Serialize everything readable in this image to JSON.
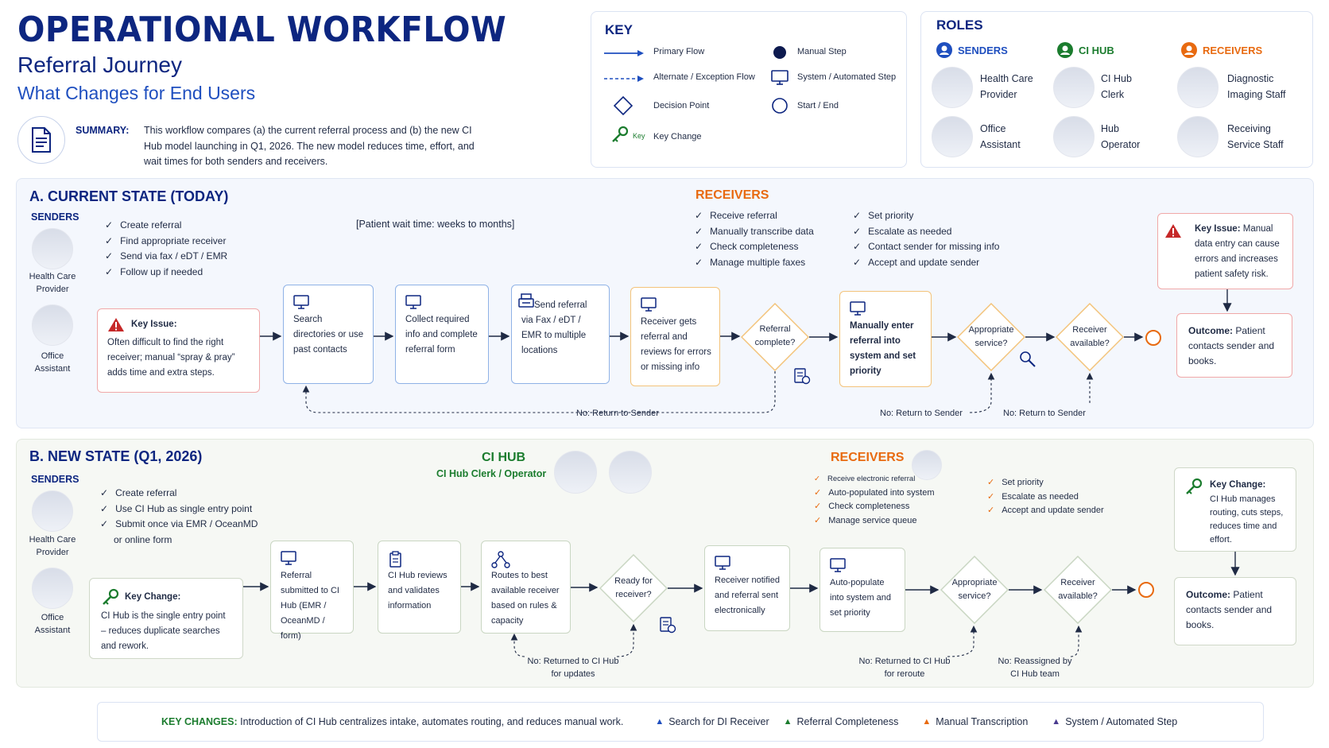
{
  "header": {
    "title": "OPERATIONAL WORKFLOW",
    "subtitle": "Referral Journey",
    "tagline": "What Changes for End Users",
    "summary_label": "SUMMARY:",
    "summary_text": "This workflow compares (a) the current referral process and (b) the new CI Hub model launching in Q1, 2026. The new model reduces time, effort, and wait times for both senders and receivers."
  },
  "key": {
    "title": "KEY",
    "items": {
      "primary_flow": "Primary Flow",
      "alternate_flow": "Alternate / Exception Flow",
      "decision_point": "Decision Point",
      "key_change_tag": "Key",
      "key_change": "Key Change",
      "manual_step": "Manual Step",
      "system_step": "System / Automated Step",
      "start_end": "Start / End"
    }
  },
  "roles": {
    "title": "ROLES",
    "senders": {
      "label": "SENDERS",
      "people": [
        "Health Care Provider",
        "Office Assistant"
      ]
    },
    "ci_hub": {
      "label": "CI HUB",
      "people": [
        "CI Hub Clerk",
        "Hub Operator"
      ]
    },
    "receivers": {
      "label": "RECEIVERS",
      "people": [
        "Diagnostic Imaging Staff",
        "Receiving Service Staff"
      ]
    }
  },
  "current": {
    "title": "A. CURRENT STATE (TODAY)",
    "senders_label": "SENDERS",
    "sender_people": [
      "Health Care Provider",
      "Office Assistant"
    ],
    "sender_tasks": [
      "Create referral",
      "Find appropriate receiver",
      "Send via fax / eDT / EMR",
      "Follow up if needed"
    ],
    "wait_note": "[Patient wait time: weeks to months]",
    "receivers_label": "RECEIVERS",
    "receiver_tasks_1": [
      "Receive referral",
      "Manually transcribe data",
      "Check completeness",
      "Manage multiple faxes"
    ],
    "receiver_tasks_2": [
      "Set priority",
      "Escalate as needed",
      "Contact sender for missing info",
      "Accept and update sender"
    ],
    "issue_label": "Key Issue:",
    "issue_text": "Often difficult to find the right receiver; manual “spray & pray” adds time and extra steps.",
    "steps": [
      "Search directories or use past contacts",
      "Collect required info and complete referral form",
      "Send referral via Fax / eDT / EMR to multiple locations",
      "Receiver gets referral and reviews for errors or missing info",
      "Manually enter referral into system and set priority"
    ],
    "decisions": [
      "Referral complete?",
      "Appropriate service?",
      "Receiver available?"
    ],
    "return_1": "No: Return to Sender",
    "return_2": "No: Return to Sender",
    "return_3": "No: Return to Sender",
    "right_issue_label": "Key Issue:",
    "right_issue_text": "Manual data entry can cause errors and increases patient safety risk.",
    "outcome_label": "Outcome:",
    "outcome_text": "Patient contacts sender and books."
  },
  "new": {
    "title": "B. NEW STATE (Q1, 2026)",
    "senders_label": "SENDERS",
    "sender_people": [
      "Health Care Provider",
      "Office Assistant"
    ],
    "sender_tasks": [
      "Create referral",
      "Use CI Hub as single entry point",
      "Submit once via EMR / OceanMD or online form"
    ],
    "hub_label": "CI HUB",
    "hub_sub": "CI Hub Clerk / Operator",
    "receivers_label": "RECEIVERS",
    "receiver_tasks_1": [
      "Receive electronic referral",
      "Auto-populated into system",
      "Check completeness",
      "Manage service queue"
    ],
    "receiver_tasks_2": [
      "Set priority",
      "Escalate as needed",
      "Accept and update sender"
    ],
    "change_label": "Key Change:",
    "change_text": "CI Hub is the single entry point – reduces duplicate searches and rework.",
    "steps": [
      "Referral submitted to CI Hub (EMR / OceanMD / form)",
      "CI Hub reviews and validates information",
      "Routes to best available receiver based on rules & capacity",
      "Receiver notified and referral sent electronically",
      "Auto-populate into system and set priority"
    ],
    "decisions": [
      "Ready for receiver?",
      "Appropriate service?",
      "Receiver available?"
    ],
    "return_1": "No: Returned to CI Hub for updates",
    "return_2": "No: Returned to CI Hub for reroute",
    "return_3": "No: Reassigned by CI Hub team",
    "right_change_label": "Key Change:",
    "right_change_text": "CI Hub manages routing, cuts steps, reduces time and effort.",
    "outcome_label": "Outcome:",
    "outcome_text": "Patient contacts sender and books."
  },
  "footer": {
    "label": "KEY CHANGES:",
    "text": "Introduction of CI Hub centralizes intake, automates routing, and reduces manual work.",
    "legend": [
      "Search for DI Receiver",
      "Referral Completeness",
      "Manual Transcription",
      "System / Automated Step"
    ]
  },
  "colors": {
    "navy": "#0d2680",
    "blue": "#1f4fbf",
    "orange": "#e86a10",
    "green": "#1b7c2e",
    "red": "#c62828",
    "purple": "#4a3b8f"
  }
}
